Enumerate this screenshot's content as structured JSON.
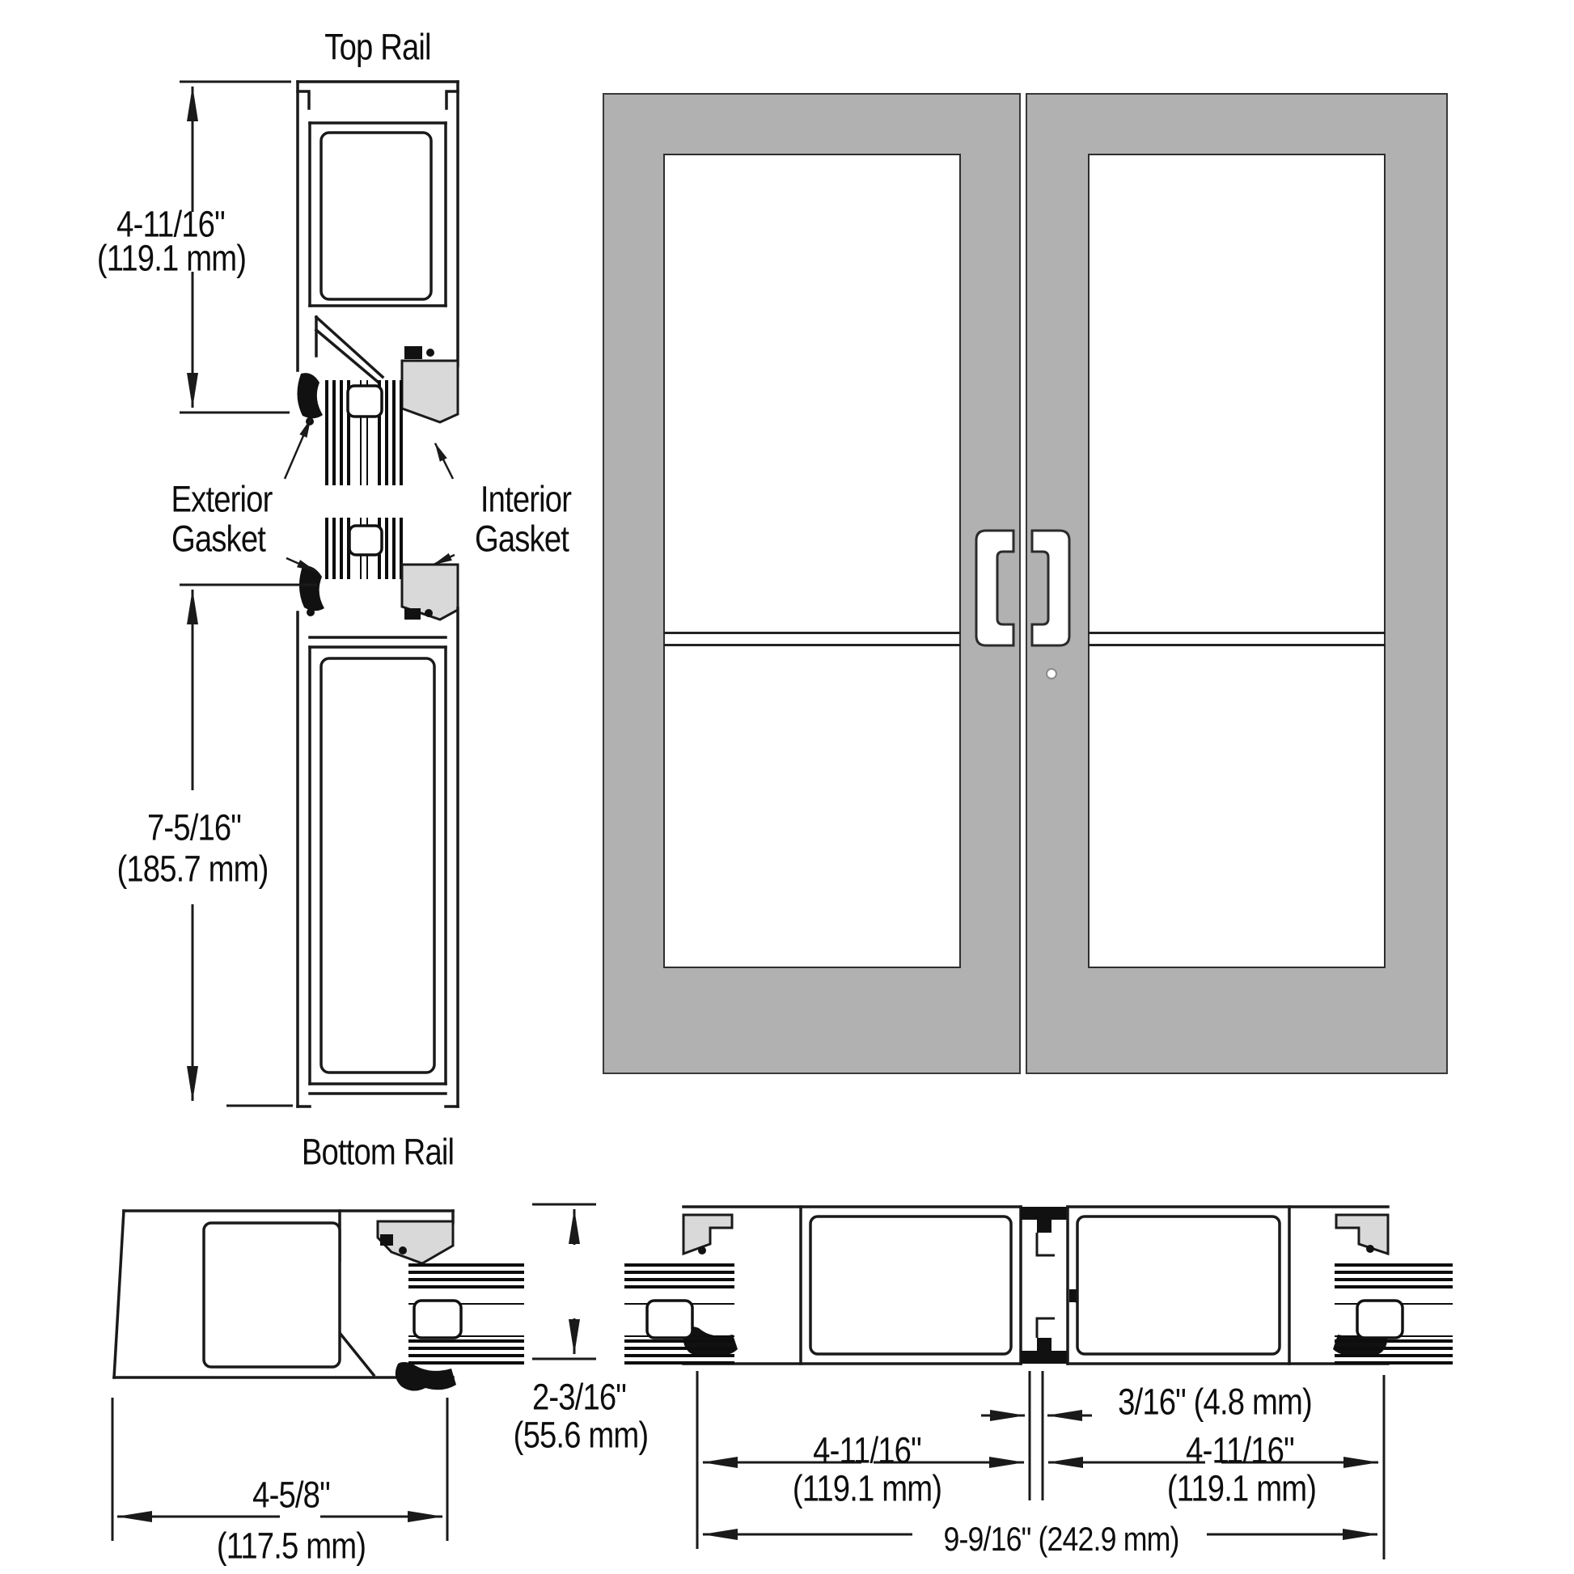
{
  "diagram": {
    "labels": {
      "top_rail": "Top Rail",
      "bottom_rail": "Bottom Rail",
      "exterior_gasket_line1": "Exterior",
      "exterior_gasket_line2": "Gasket",
      "interior_gasket_line1": "Interior",
      "interior_gasket_line2": "Gasket"
    },
    "dimensions": {
      "top_rail_height_in": "4-11/16\"",
      "top_rail_height_mm": "(119.1 mm)",
      "bottom_rail_height_in": "7-5/16\"",
      "bottom_rail_height_mm": "(185.7 mm)",
      "hinge_stile_width_in": "4-5/8\"",
      "hinge_stile_width_mm": "(117.5 mm)",
      "rail_depth_in": "2-3/16\"",
      "rail_depth_mm": "(55.6 mm)",
      "meeting_gap": "3/16\" (4.8 mm)",
      "lock_stile_left_in": "4-11/16\"",
      "lock_stile_left_mm": "(119.1 mm)",
      "lock_stile_right_in": "4-11/16\"",
      "lock_stile_right_mm": "(119.1 mm)",
      "pair_overall": "9-9/16\" (242.9 mm)"
    },
    "colors": {
      "door_gray": "#b1b1b1",
      "pocket_gray": "#d9d9d9",
      "line_black": "#1a1a1a",
      "glass_white": "#ffffff"
    }
  }
}
